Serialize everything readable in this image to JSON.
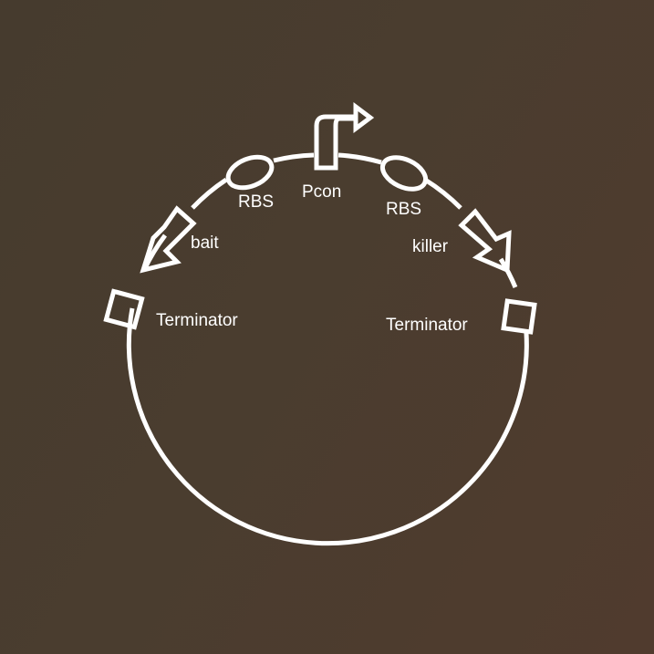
{
  "parts": {
    "promoter": {
      "label": "Pcon",
      "icon": "promoter-arrow-icon"
    },
    "rbs_left": {
      "label": "RBS",
      "icon": "rbs-oval-icon"
    },
    "rbs_right": {
      "label": "RBS",
      "icon": "rbs-oval-icon"
    },
    "cds_left": {
      "label": "bait",
      "icon": "cds-arrow-icon"
    },
    "cds_right": {
      "label": "killer",
      "icon": "cds-arrow-icon"
    },
    "terminator_left": {
      "label": "Terminator",
      "icon": "terminator-square-icon"
    },
    "terminator_right": {
      "label": "Terminator",
      "icon": "terminator-square-icon"
    }
  },
  "colors": {
    "stroke": "#ffffff",
    "background": "#4a3d2f"
  }
}
